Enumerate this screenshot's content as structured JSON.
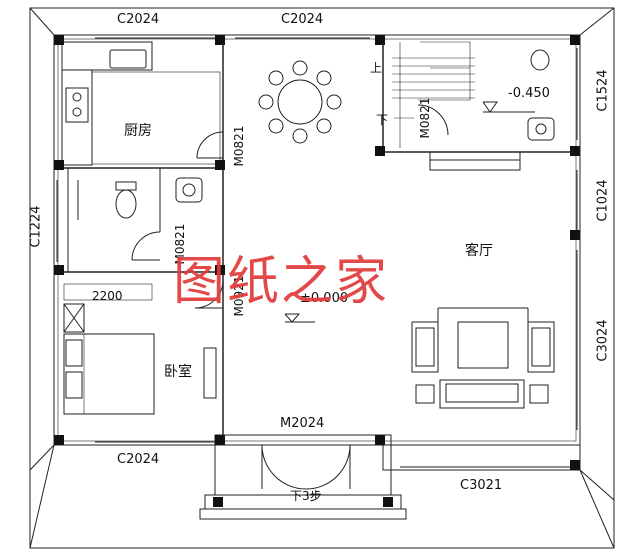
{
  "windows": {
    "top_left": "C2024",
    "top_mid": "C2024",
    "right_top": "C1524",
    "right_mid": "C1024",
    "right_bottom": "C3024",
    "left": "C1224",
    "bottom_left": "C2024",
    "bottom_right": "C3021"
  },
  "doors": {
    "kitchen": "M0821",
    "stair": "M0821",
    "bath": "M0821",
    "bedroom": "M0921",
    "entrance": "M2024"
  },
  "rooms": {
    "kitchen": "厨房",
    "living": "客厅",
    "bedroom": "卧室"
  },
  "elevations": {
    "floor": "±0.000",
    "stair_landing": "-0.450"
  },
  "dimensions": {
    "closet": "2200"
  },
  "stairs": {
    "up": "上",
    "down": "下",
    "steps_down": "下3步"
  },
  "watermark": "图纸之家"
}
